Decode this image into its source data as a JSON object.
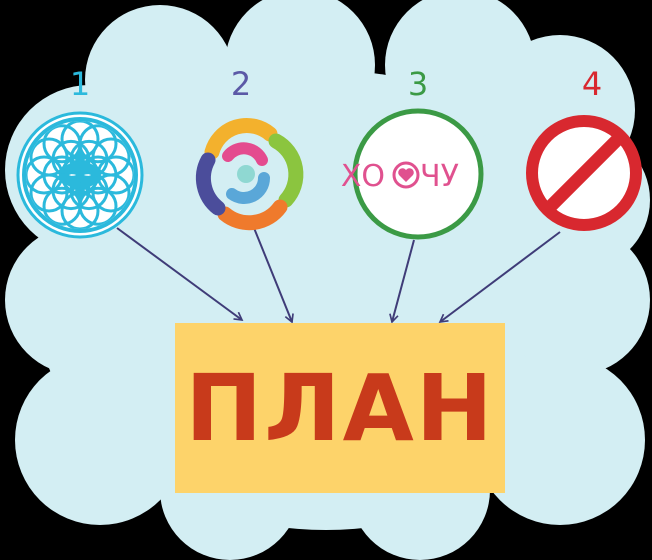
{
  "items": [
    {
      "number": "1",
      "icon": "flower-of-life-icon",
      "color": "#2bb9dc"
    },
    {
      "number": "2",
      "icon": "colorful-swirl-icon",
      "color": "#5b59a6"
    },
    {
      "number": "3",
      "icon": "hochu-circle-icon",
      "color": "#3b9a45",
      "label_left": "ХО",
      "label_right": "ЧУ"
    },
    {
      "number": "4",
      "icon": "prohibition-sign-icon",
      "color": "#d8282f"
    }
  ],
  "target": {
    "label": "ПЛАН",
    "background": "#fdd36a",
    "text_color": "#c83a1b"
  },
  "colors": {
    "cloud": "#d3eef3",
    "arrows": "#3f3c78",
    "backdrop": "#000000"
  }
}
